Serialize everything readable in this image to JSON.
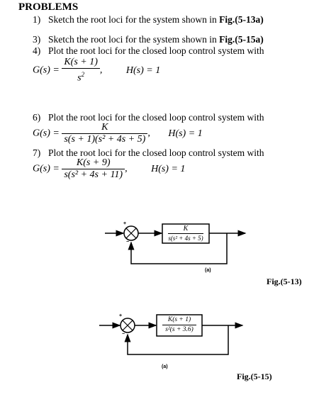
{
  "title": "PROBLEMS",
  "problems": [
    {
      "num": "1)",
      "text": "Sketch the root loci for the system shown in ",
      "ref": "Fig.(5-13a)"
    },
    {
      "num": "3)",
      "text": "Sketch the root loci for the system shown in ",
      "ref": "Fig.(5-15a)"
    },
    {
      "num": "4)",
      "text": "Plot the root loci for the closed loop control system with"
    },
    {
      "num": "6)",
      "text": "Plot the root loci for the closed loop control system with"
    },
    {
      "num": "7)",
      "text": "Plot the root loci for the closed loop control system with"
    }
  ],
  "eq4": {
    "lhs": "G(s) =",
    "num": "K(s + 1)",
    "den": "s",
    "den_exp": "2",
    "comma": ",",
    "h": "H(s) = 1"
  },
  "eq6": {
    "lhs": "G(s) =",
    "num": "K",
    "den": "s(s + 1)(s² + 4s + 5)",
    "comma": ",",
    "h": "H(s) = 1"
  },
  "eq7": {
    "lhs": "G(s) =",
    "num": "K(s + 9)",
    "den": "s(s² + 4s + 11)",
    "comma": ",",
    "h": "H(s) = 1"
  },
  "fig13": {
    "block_num": "K",
    "block_den": "s(s² + 4s + 5)",
    "sublabel": "(a)",
    "label": "Fig.(5-13)",
    "plus": "+",
    "minus": "−"
  },
  "fig15": {
    "block_num": "K(s + 1)",
    "block_den": "s²(s + 3.6)",
    "sublabel": "(a)",
    "label": "Fig.(5-15)",
    "plus": "+",
    "minus": "−"
  }
}
